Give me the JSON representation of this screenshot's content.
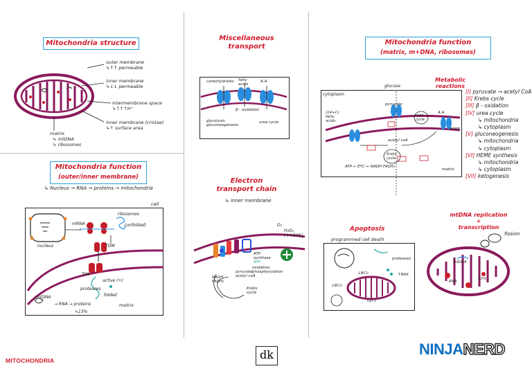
{
  "panels": {
    "structure": {
      "title": "Mitochondria structure",
      "labels": {
        "outer": "outer membrane",
        "outer_note": "↳↑↑ permeable",
        "inner": "inner membrane",
        "inner_note": "↳↓↓ permeable",
        "intermembrane": "intermembrane space",
        "intermembrane_note": "↳↑↑↑H⁺",
        "cristae": "inner membrane (cristae)",
        "cristae_note": "↳↑ surface area",
        "matrix": "matrix",
        "mtdna": "↳ mtDNA",
        "ribosomes": "↳ ribosomes"
      }
    },
    "function_outer_inner": {
      "title_line1": "Mitochondria function",
      "title_line2": "(outer/inner membrane)",
      "flow": "↳ Nucleus → RNA → proteins → mitochondria",
      "labels": {
        "cell": "cell",
        "mrna": "mRNA",
        "ribosomes": "ribosomes",
        "unfolded": "(unfolded)",
        "nucleus": "nucleus",
        "tom": "TOM",
        "tim": "TIM",
        "active": "active (+)",
        "proteases": "proteases",
        "folded": "folded",
        "mtdna": "mtDNA",
        "rna_proteins": "→ RNA → proteins",
        "matrix": "matrix",
        "pct": "↳13%"
      }
    },
    "misc_transport": {
      "title_line1": "Miscellaneous",
      "title_line2": "transport",
      "labels": {
        "carbohydrates": "carbohydrates",
        "fatty_acids": "fatty acids",
        "aa": "A.A.",
        "beta_ox": "β - oxidation",
        "glycolysis": "glycolysis",
        "gluconeogenesis": "gluconeogenesis",
        "urea": "urea cycle"
      }
    },
    "etc": {
      "title_line1": "Electron",
      "title_line2": "transport chain",
      "sub": "↳ inner membrane",
      "labels": {
        "o2": "O₂",
        "h2o2": "H₂O₂",
        "ros": "(↑↑ROS)",
        "nadh": "NADH",
        "fadh2": "FADH₂",
        "pyruvate": "pyruvate",
        "acetyl": "acetyl coA",
        "krebs": "Krebs cycle",
        "atp_synthase": "ATP synthase",
        "oxphos": "oxidative phosphorylation",
        "atp": "ATP"
      }
    },
    "function_matrix": {
      "title_line1": "Mitochondria function",
      "title_line2": "(matrix, m+DNA, ribosomes)",
      "metabolic": "Metabolic reactions",
      "labels": {
        "cytoplasm": "cytoplasm",
        "glucose": "glucose",
        "pyruvate": "pyruvate",
        "fatty_acids": "(14+C) fatty acids",
        "aa": "A.A.",
        "heme": "HEME",
        "urea": "urea cycle",
        "krebs": "Krebs cycle",
        "acetyl": "acetyl coA",
        "atp_etc": "ATP ← ETC ← NADH FADH₂",
        "matrix": "matrix"
      },
      "list": [
        {
          "num": "[I]",
          "text": "pyruvate → acetyl CoA",
          "sub": []
        },
        {
          "num": "[II]",
          "text": "Krebs cycle",
          "sub": []
        },
        {
          "num": "[III]",
          "text": "β - oxidation",
          "sub": []
        },
        {
          "num": "[IV]",
          "text": "urea cycle",
          "sub": [
            "↳ mitochondria",
            "↳ cytoplasm"
          ]
        },
        {
          "num": "[V]",
          "text": "gluconeogenesis",
          "sub": [
            "↳ mitochondria",
            "↳ cytoplasm"
          ]
        },
        {
          "num": "[VI]",
          "text": "HEME synthesis",
          "sub": [
            "↳ mitochondria",
            "↳ cytoplasm"
          ]
        },
        {
          "num": "[VII]",
          "text": "ketogenesis",
          "sub": []
        }
      ]
    },
    "apoptosis": {
      "title": "Apoptosis",
      "sub": "programmed cell death",
      "labels": {
        "proteases": "proteases",
        "lbcl2": "↓BCl₂",
        "bax": "↑BAX",
        "cyt_c": "cyt c",
        "lbcl2_b": "↓BCl₂"
      }
    },
    "mtdna": {
      "title_line1": "mtDNA replication",
      "plus": "+",
      "title_line2": "transcription",
      "labels": {
        "fission": "fission",
        "mtdna": "mtDNA",
        "rna": "RNA",
        "pct": "13%"
      }
    }
  },
  "footer": {
    "left_label": "MITOCHONDRIA",
    "center_logo": "dk",
    "brand_part1": "NINJA",
    "brand_part2": "NERD"
  },
  "colors": {
    "title_red": "#d01c2a",
    "box_blue": "#2a9fd6",
    "membrane_purple": "#8a1a5c",
    "channel_blue": "#2a8ee0"
  }
}
